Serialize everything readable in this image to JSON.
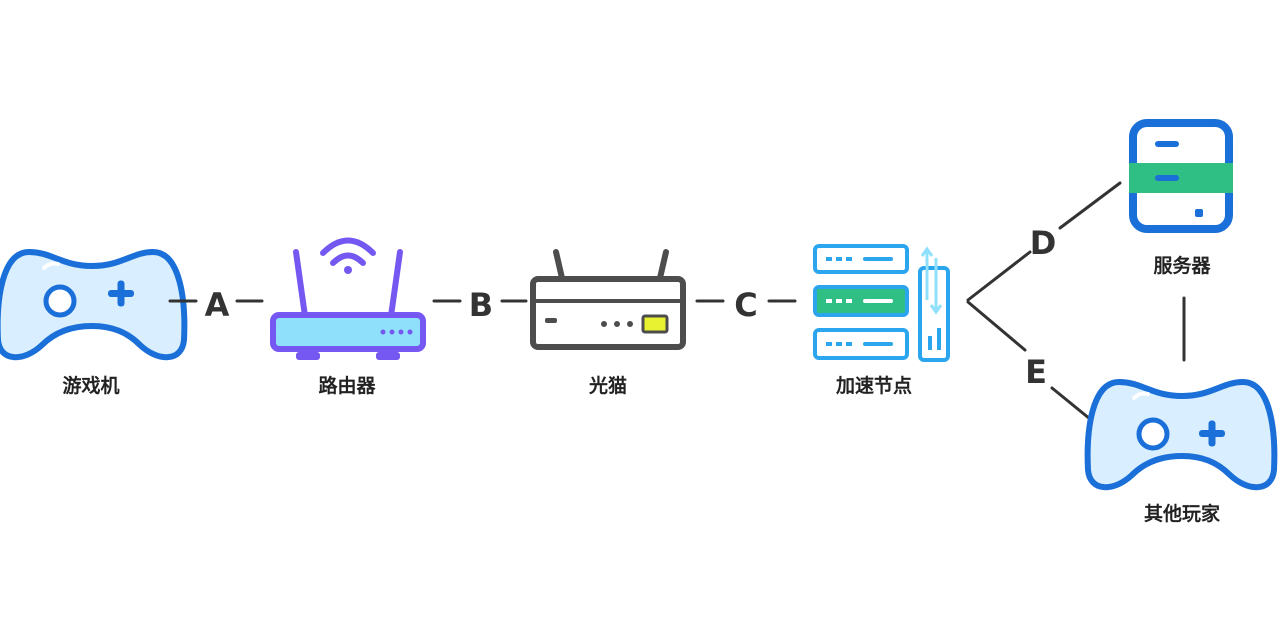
{
  "nodes": {
    "console": {
      "label": "游戏机"
    },
    "router": {
      "label": "路由器"
    },
    "modem": {
      "label": "光猫"
    },
    "accel": {
      "label": "加速节点"
    },
    "server": {
      "label": "服务器"
    },
    "players": {
      "label": "其他玩家"
    }
  },
  "links": {
    "a": "A",
    "b": "B",
    "c": "C",
    "d": "D",
    "e": "E"
  },
  "colors": {
    "blue": "#1a6fd8",
    "light_blue": "#d9eefe",
    "purple": "#7558f2",
    "cyan": "#8fe0fa",
    "green": "#2fbf84",
    "gray": "#4d4d4d",
    "sky": "#2ba5ee"
  }
}
